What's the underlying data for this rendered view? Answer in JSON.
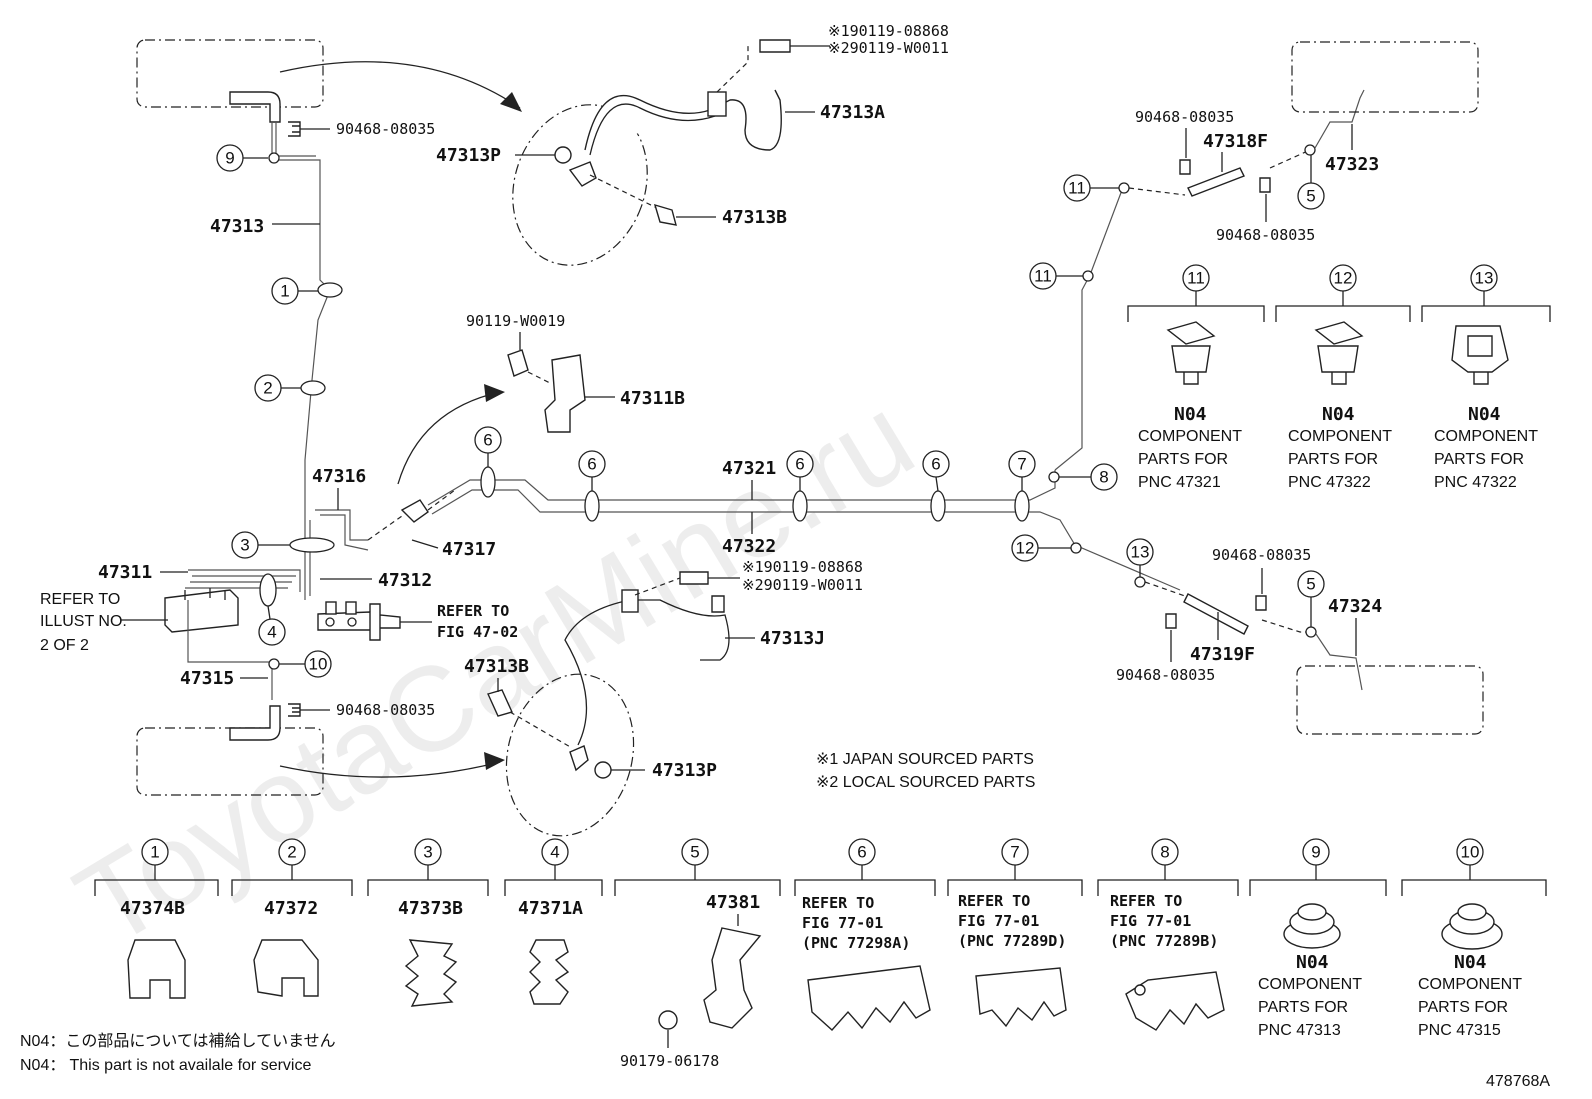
{
  "watermark": "ToyotaCarMine.ru",
  "figure_code": "478768A",
  "notes": {
    "japan": "※1 JAPAN SOURCED PARTS",
    "local": "※2 LOCAL SOURCED PARTS"
  },
  "footnote_jp": "N04：この部品については補給していません",
  "footnote_en": "N04： This part is not availale for service",
  "part_numbers": {
    "p47313": "47313",
    "p47313A": "47313A",
    "p47313B_top": "47313B",
    "p47313P_top": "47313P",
    "p47313B_bot": "47313B",
    "p47313P_bot": "47313P",
    "p47313J": "47313J",
    "p47311": "47311",
    "p47311B": "47311B",
    "p47312": "47312",
    "p47315": "47315",
    "p47316": "47316",
    "p47317": "47317",
    "p47321": "47321",
    "p47322": "47322",
    "p47318F": "47318F",
    "p47319F": "47319F",
    "p47323": "47323",
    "p47324": "47324",
    "clip_top_left": "90468-08035",
    "clip_bot_left": "90468-08035",
    "clip_rt_top1": "90468-08035",
    "clip_rt_top2": "90468-08035",
    "clip_rt_bot1": "90468-08035",
    "clip_rt_bot2": "90468-08035",
    "bolt_47311B": "90119-W0019",
    "union_top_1": "※190119-08868",
    "union_top_2": "※290119-W0011",
    "union_bot_1": "※190119-08868",
    "union_bot_2": "※290119-W0011"
  },
  "refer_left": [
    "REFER TO",
    "ILLUST NO.",
    "2 OF 2"
  ],
  "refer_fig": [
    "REFER TO",
    "FIG 47-02"
  ],
  "component_groups_right": [
    {
      "num": "11",
      "code": "N04",
      "lines": [
        "COMPONENT",
        "PARTS FOR",
        "PNC 47321"
      ]
    },
    {
      "num": "12",
      "code": "N04",
      "lines": [
        "COMPONENT",
        "PARTS FOR",
        "PNC 47322"
      ]
    },
    {
      "num": "13",
      "code": "N04",
      "lines": [
        "COMPONENT",
        "PARTS FOR",
        "PNC 47322"
      ]
    }
  ],
  "bottom_groups": [
    {
      "num": "1",
      "label": "47374B"
    },
    {
      "num": "2",
      "label": "47372"
    },
    {
      "num": "3",
      "label": "47373B"
    },
    {
      "num": "4",
      "label": "47371A"
    },
    {
      "num": "5",
      "label": "47381",
      "extra": "90179-06178"
    },
    {
      "num": "6",
      "lines": [
        "REFER TO",
        "FIG 77-01",
        "(PNC 77298A)"
      ]
    },
    {
      "num": "7",
      "lines": [
        "REFER TO",
        "FIG 77-01",
        "(PNC 77289D)"
      ]
    },
    {
      "num": "8",
      "lines": [
        "REFER TO",
        "FIG 77-01",
        "(PNC 77289B)"
      ]
    },
    {
      "num": "9",
      "code": "N04",
      "lines": [
        "COMPONENT",
        "PARTS FOR",
        "PNC 47313"
      ]
    },
    {
      "num": "10",
      "code": "N04",
      "lines": [
        "COMPONENT",
        "PARTS FOR",
        "PNC 47315"
      ]
    }
  ],
  "callouts": {
    "c9": "9",
    "c1": "1",
    "c2": "2",
    "c3": "3",
    "c4": "4",
    "c10": "10",
    "c6a": "6",
    "c6b": "6",
    "c6c": "6",
    "c6d": "6",
    "c7": "7",
    "c8": "8",
    "c11a": "11",
    "c11b": "11",
    "c12": "12",
    "c13": "13",
    "c5a": "5",
    "c5b": "5"
  }
}
